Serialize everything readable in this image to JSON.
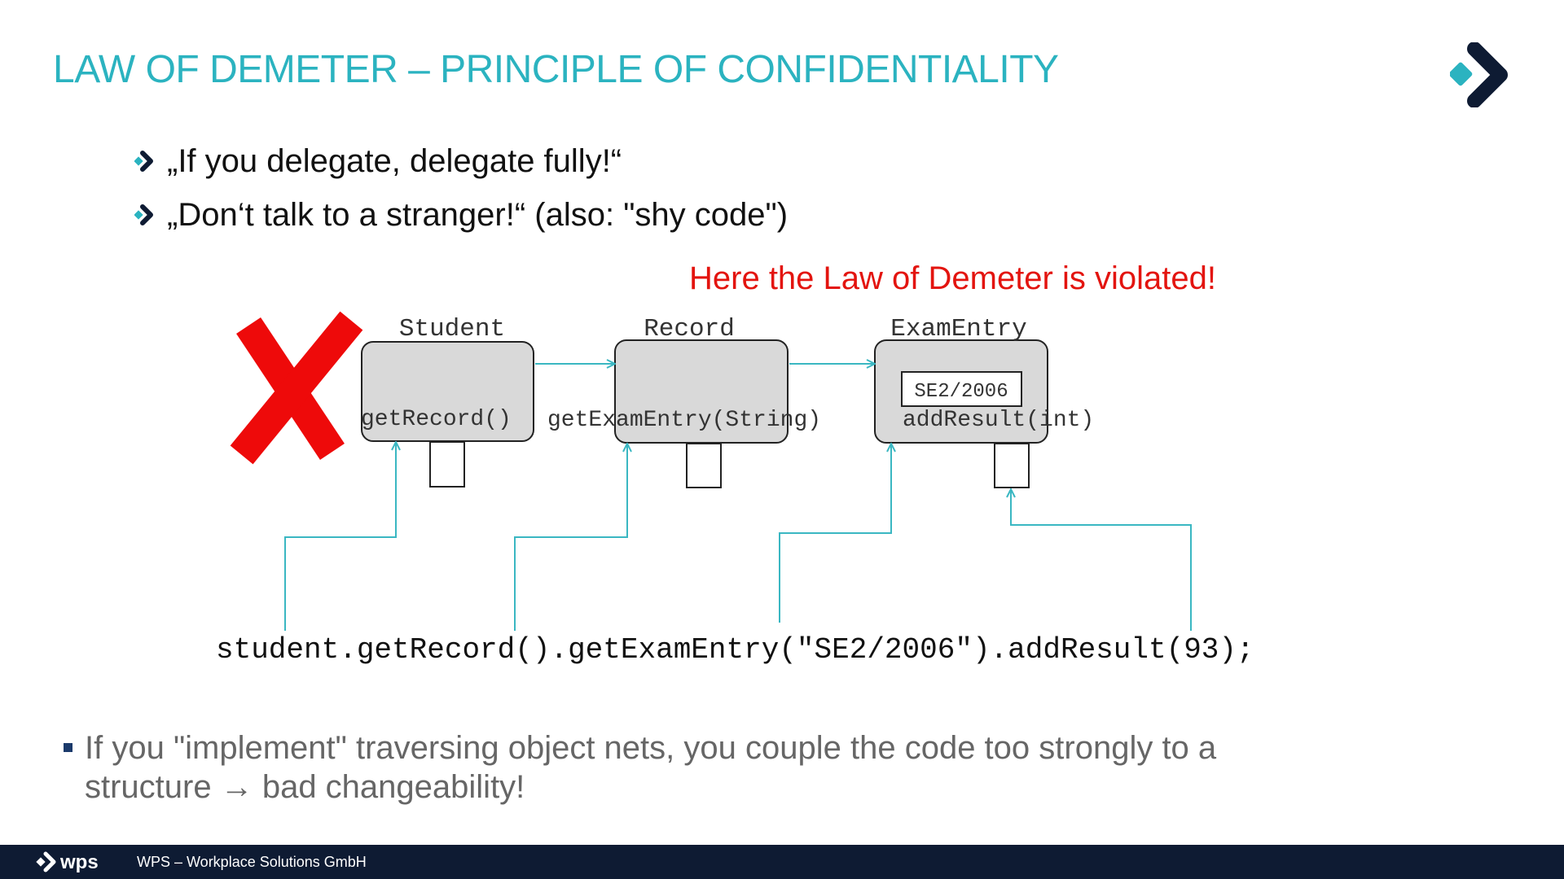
{
  "slide": {
    "title": "LAW OF DEMETER – PRINCIPLE OF CONFIDENTIALITY",
    "bullets": [
      {
        "text": "„If you delegate, delegate fully!“"
      },
      {
        "text": "„Don‘t talk to a stranger!“ (also: \"shy code\")"
      }
    ],
    "violation_note": "Here the Law of Demeter is violated!",
    "bottom_note": "If you \"implement\" traversing object nets, you couple the code too strongly to a structure → bad changeability!"
  },
  "diagram": {
    "objects": [
      {
        "name": "Student",
        "method": "getRecord()"
      },
      {
        "name": "Record",
        "method": "getExamEntry(String)"
      },
      {
        "name": "ExamEntry",
        "method": "addResult(int)",
        "field": "SE2/2006"
      }
    ],
    "code_line": "student.getRecord().getExamEntry(\"SE2/2006\").addResult(93);",
    "cross_mark": "red-cross-icon"
  },
  "footer": {
    "logo_text": "wps",
    "company": "WPS – Workplace Solutions GmbH"
  },
  "colors": {
    "title": "#2bb3c0",
    "accent": "#2bb3c0",
    "dark": "#0e1b33",
    "violation": "#e3140f",
    "box_fill": "#d9d9d9",
    "connector": "#3ab7c2"
  }
}
